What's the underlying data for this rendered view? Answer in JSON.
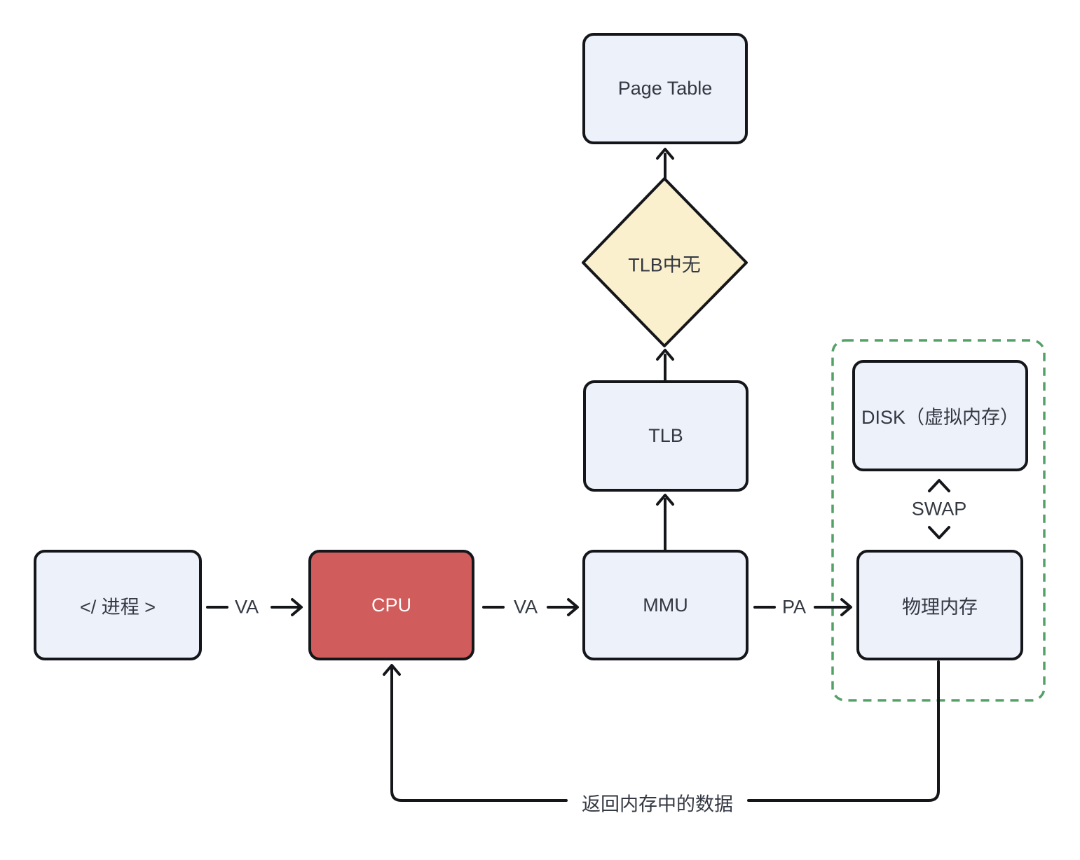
{
  "diagram": {
    "nodes": {
      "process": {
        "label": "</ 进程 >"
      },
      "cpu": {
        "label": "CPU"
      },
      "mmu": {
        "label": "MMU"
      },
      "physical_memory": {
        "label": "物理内存"
      },
      "tlb": {
        "label": "TLB"
      },
      "tlb_miss": {
        "label": "TLB中无"
      },
      "page_table": {
        "label": "Page Table"
      },
      "disk": {
        "label": "DISK（虚拟内存）"
      }
    },
    "edge_labels": {
      "va_process_cpu": "VA",
      "va_cpu_mmu": "VA",
      "pa_mmu_memory": "PA",
      "swap": "SWAP",
      "return_data": "返回内存中的数据"
    },
    "colors": {
      "node_fill": "#edf1fa",
      "node_border": "#14161a",
      "cpu_fill": "#d15c5c",
      "cpu_text": "#ffffff",
      "diamond_fill": "#fbf0cd",
      "dashed_container": "#54a168",
      "text_color": "#333842",
      "line_color": "#14161a"
    }
  }
}
